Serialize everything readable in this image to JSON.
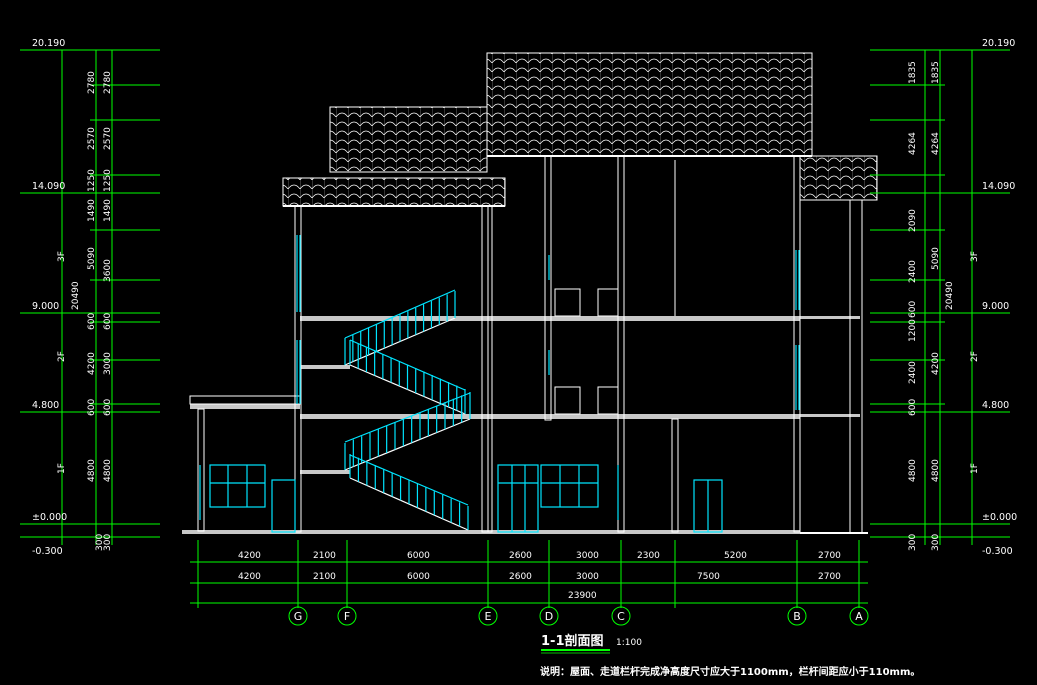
{
  "colors": {
    "background": "#000000",
    "dimension_lines": "#00ff00",
    "structure": "#ffffff",
    "glazing_railings": "#00e5ff",
    "slab_fill": "#c8c8c8"
  },
  "level_marks": {
    "left": [
      "20.190",
      "14.090",
      "9.000",
      "4.800",
      "±0.000",
      "-0.300"
    ],
    "right": [
      "20.190",
      "14.090",
      "9.000",
      "4.800",
      "±0.000",
      "-0.300"
    ]
  },
  "floor_labels": {
    "left": [
      "3F",
      "2F",
      "1F"
    ],
    "right": [
      "3F",
      "2F",
      "1F"
    ]
  },
  "left_dimensions": {
    "outer": [
      "2780",
      "2570",
      "1250",
      "1490",
      "5090",
      "600",
      "4200",
      "600",
      "4800",
      "300"
    ],
    "inner": [
      "2780",
      "2570",
      "1250",
      "1490",
      "3600",
      "600",
      "3000",
      "600",
      "4800",
      "300"
    ],
    "total": "20490"
  },
  "right_dimensions": {
    "inner": [
      "1835",
      "4264",
      "2090",
      "2400",
      "1200",
      "600",
      "2400",
      "600",
      "4800",
      "300"
    ],
    "outer": [
      "1835",
      "4264",
      "5090",
      "4200",
      "4800",
      "300"
    ],
    "total": "20490"
  },
  "bottom_dimensions": {
    "row1": [
      "4200",
      "2100",
      "6000",
      "2600",
      "3000",
      "2300",
      "5200",
      "2700"
    ],
    "row2": [
      "4200",
      "2100",
      "6000",
      "2600",
      "3000",
      "7500",
      "2700"
    ],
    "total": "23900"
  },
  "axis_labels": [
    "G",
    "F",
    "E",
    "D",
    "C",
    "B",
    "A"
  ],
  "title": "1-1剖面图",
  "scale": "1:100",
  "note": "说明：屋面、走道栏杆完成净高度尺寸应大于1100mm，栏杆间距应小于110mm。"
}
